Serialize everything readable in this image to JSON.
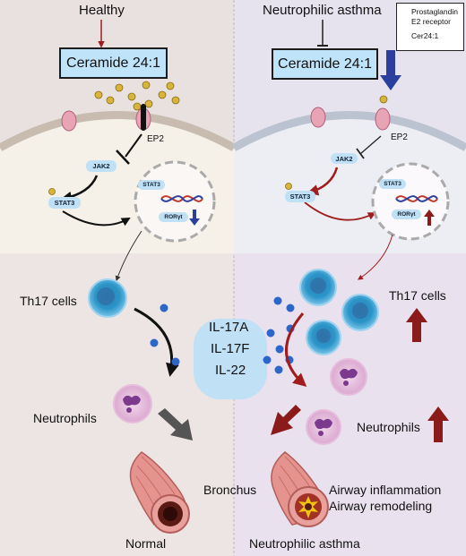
{
  "left_panel": {
    "heading": "Healthy",
    "ceramide_box": "Ceramide 24:1",
    "receptor_label": "EP2",
    "jak2": "JAK2",
    "stat3": "STAT3",
    "nucleus_stat3": "STAT3",
    "nucleus_rorgt": "RORγt",
    "th17_label": "Th17 cells",
    "neutrophils_label": "Neutrophils",
    "bronchus_label": "Bronchus",
    "footer": "Normal"
  },
  "center": {
    "cytokines": [
      "IL-17A",
      "IL-17F",
      "IL-22"
    ]
  },
  "right_panel": {
    "heading": "Neutrophilic asthma",
    "ceramide_box": "Ceramide 24:1",
    "receptor_label": "EP2",
    "jak2": "JAK2",
    "stat3": "STAT3",
    "nucleus_stat3": "STAT3",
    "nucleus_rorgt": "RORγt",
    "th17_label": "Th17 cells",
    "neutrophils_label": "Neutrophils",
    "outcome_line1": "Airway inflammation",
    "outcome_line2": "Airway remodeling",
    "footer": "Neutrophilic asthma"
  },
  "legend": {
    "receptor_line1": "Prostaglandin",
    "receptor_line2": "E2 receptor",
    "ceramide": "Cer24:1"
  },
  "colors": {
    "left_top_bg": "#e9e1df",
    "left_bottom_bg": "#ece5e3",
    "right_top_bg": "#e6e2ee",
    "right_bottom_bg": "#e9e1ee",
    "box_fill": "#bfe3f8",
    "dark_red": "#8b1a1a",
    "blue_arrow": "#2b3f9e",
    "ceramide_dot": "#d7b43a",
    "cell_blue": "#2b95c8"
  },
  "icons": [
    "prostaglandin-receptor-icon",
    "ceramide-dot-icon",
    "th17-cell-icon",
    "neutrophil-icon",
    "bronchus-icon",
    "dna-helix-icon"
  ]
}
